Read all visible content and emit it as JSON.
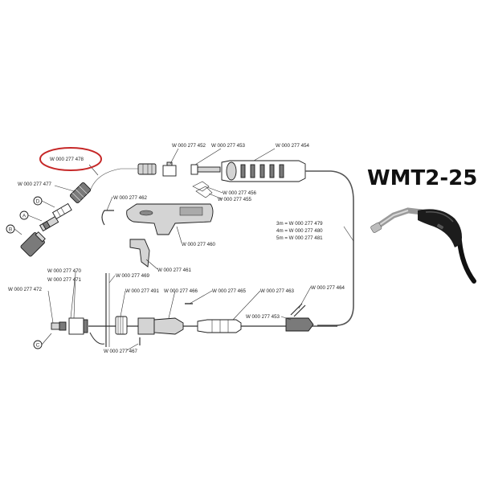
{
  "title": "WMT2-25",
  "colors": {
    "highlight": "#c62828",
    "line": "#333333",
    "part_fill": "#d4d4d4"
  },
  "letters": [
    "A",
    "B",
    "C",
    "D"
  ],
  "labels": {
    "p478": "W 000 277 478",
    "p477": "W 000 277 477",
    "p452": "W 000 277 452",
    "p453_top": "W 000 277 453",
    "p454": "W 000 277 454",
    "p456": "W 000 277 456",
    "p455": "W 000 277 455",
    "p462": "W 000 277 462",
    "p460": "W 000 277 460",
    "p461": "W 000 277 461",
    "p479": "3m = W 000 277 479",
    "p480": "4m = W 000 277 480",
    "p481": "5m = W 000 277 481",
    "p470": "W 000 277 470",
    "p471": "W 000 277 471",
    "p472": "W 000 277 472",
    "p469": "W 000 277 469",
    "p491": "W 000 277 491",
    "p466": "W 000 277 466",
    "p465": "W 000 277 465",
    "p463": "W 000 277 463",
    "p464": "W 000 277 464",
    "p453_bottom": "W 000 277 453",
    "p467": "W 000 277 467"
  }
}
